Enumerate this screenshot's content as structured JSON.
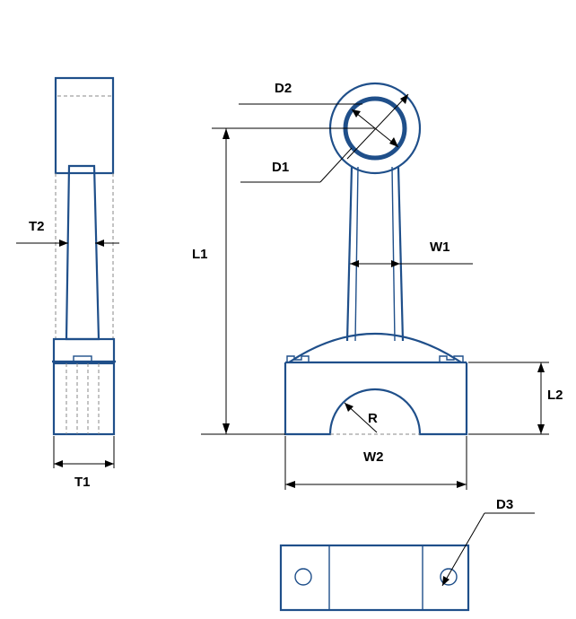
{
  "labels": {
    "d2": "D2",
    "d1": "D1",
    "t2": "T2",
    "l1": "L1",
    "w1": "W1",
    "r": "R",
    "l2": "L2",
    "w2": "W2",
    "t1": "T1",
    "d3": "D3"
  },
  "colors": {
    "part_stroke": "#1f4f8a",
    "hidden_line": "#8a8a8a",
    "dimension_line": "#000000",
    "background": "#ffffff"
  }
}
